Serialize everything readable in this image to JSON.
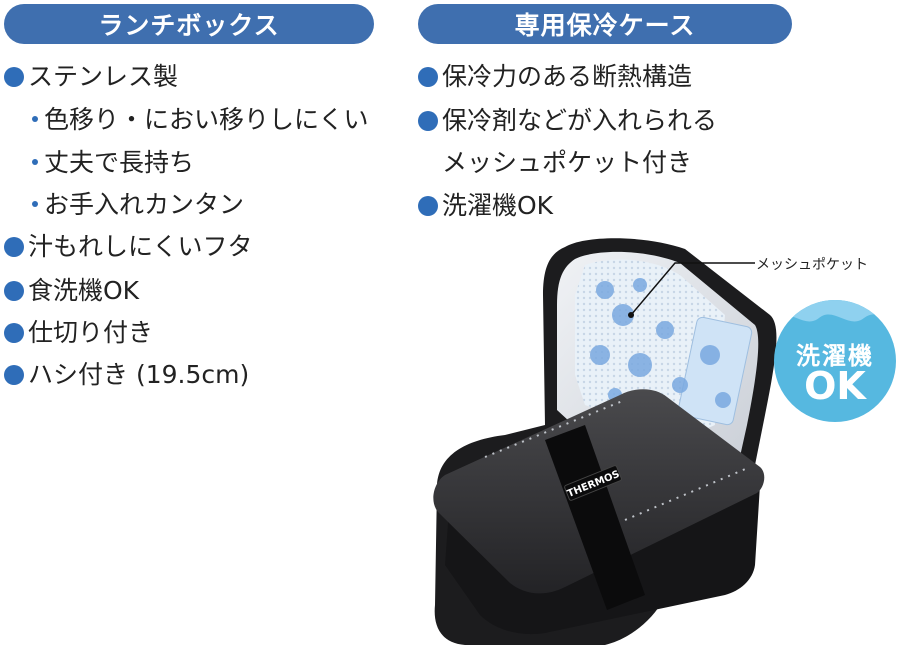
{
  "colors": {
    "pill": "#3f6faf",
    "bullet": "#2f6db8",
    "badge": "#56b8e0",
    "text": "#222222"
  },
  "lunchbox": {
    "title": "ランチボックス",
    "lines": [
      {
        "kind": "bullet",
        "text": "ステンレス製"
      },
      {
        "kind": "sub",
        "text": "色移り・におい移りしにくい"
      },
      {
        "kind": "sub",
        "text": "丈夫で長持ち"
      },
      {
        "kind": "sub",
        "text": "お手入れカンタン"
      },
      {
        "kind": "bullet",
        "text": "汁もれしにくいフタ"
      },
      {
        "kind": "bullet",
        "text": "食洗機OK"
      },
      {
        "kind": "bullet",
        "text": "仕切り付き"
      },
      {
        "kind": "bullet",
        "text": "ハシ付き (19.5cm)"
      }
    ]
  },
  "case": {
    "title": "専用保冷ケース",
    "lines": [
      {
        "kind": "bullet",
        "text": "保冷力のある断熱構造"
      },
      {
        "kind": "bullet",
        "text": "保冷剤などが入れられる"
      },
      {
        "kind": "cont",
        "text": "メッシュポケット付き"
      },
      {
        "kind": "bullet",
        "text": "洗濯機OK"
      }
    ]
  },
  "callout": "メッシュポケット",
  "badge": {
    "line1": "洗濯機",
    "line2": "OK"
  },
  "brand": "THERMOS",
  "icons": {
    "bullet": "filled-circle",
    "sub_bullet": "small-dot"
  }
}
